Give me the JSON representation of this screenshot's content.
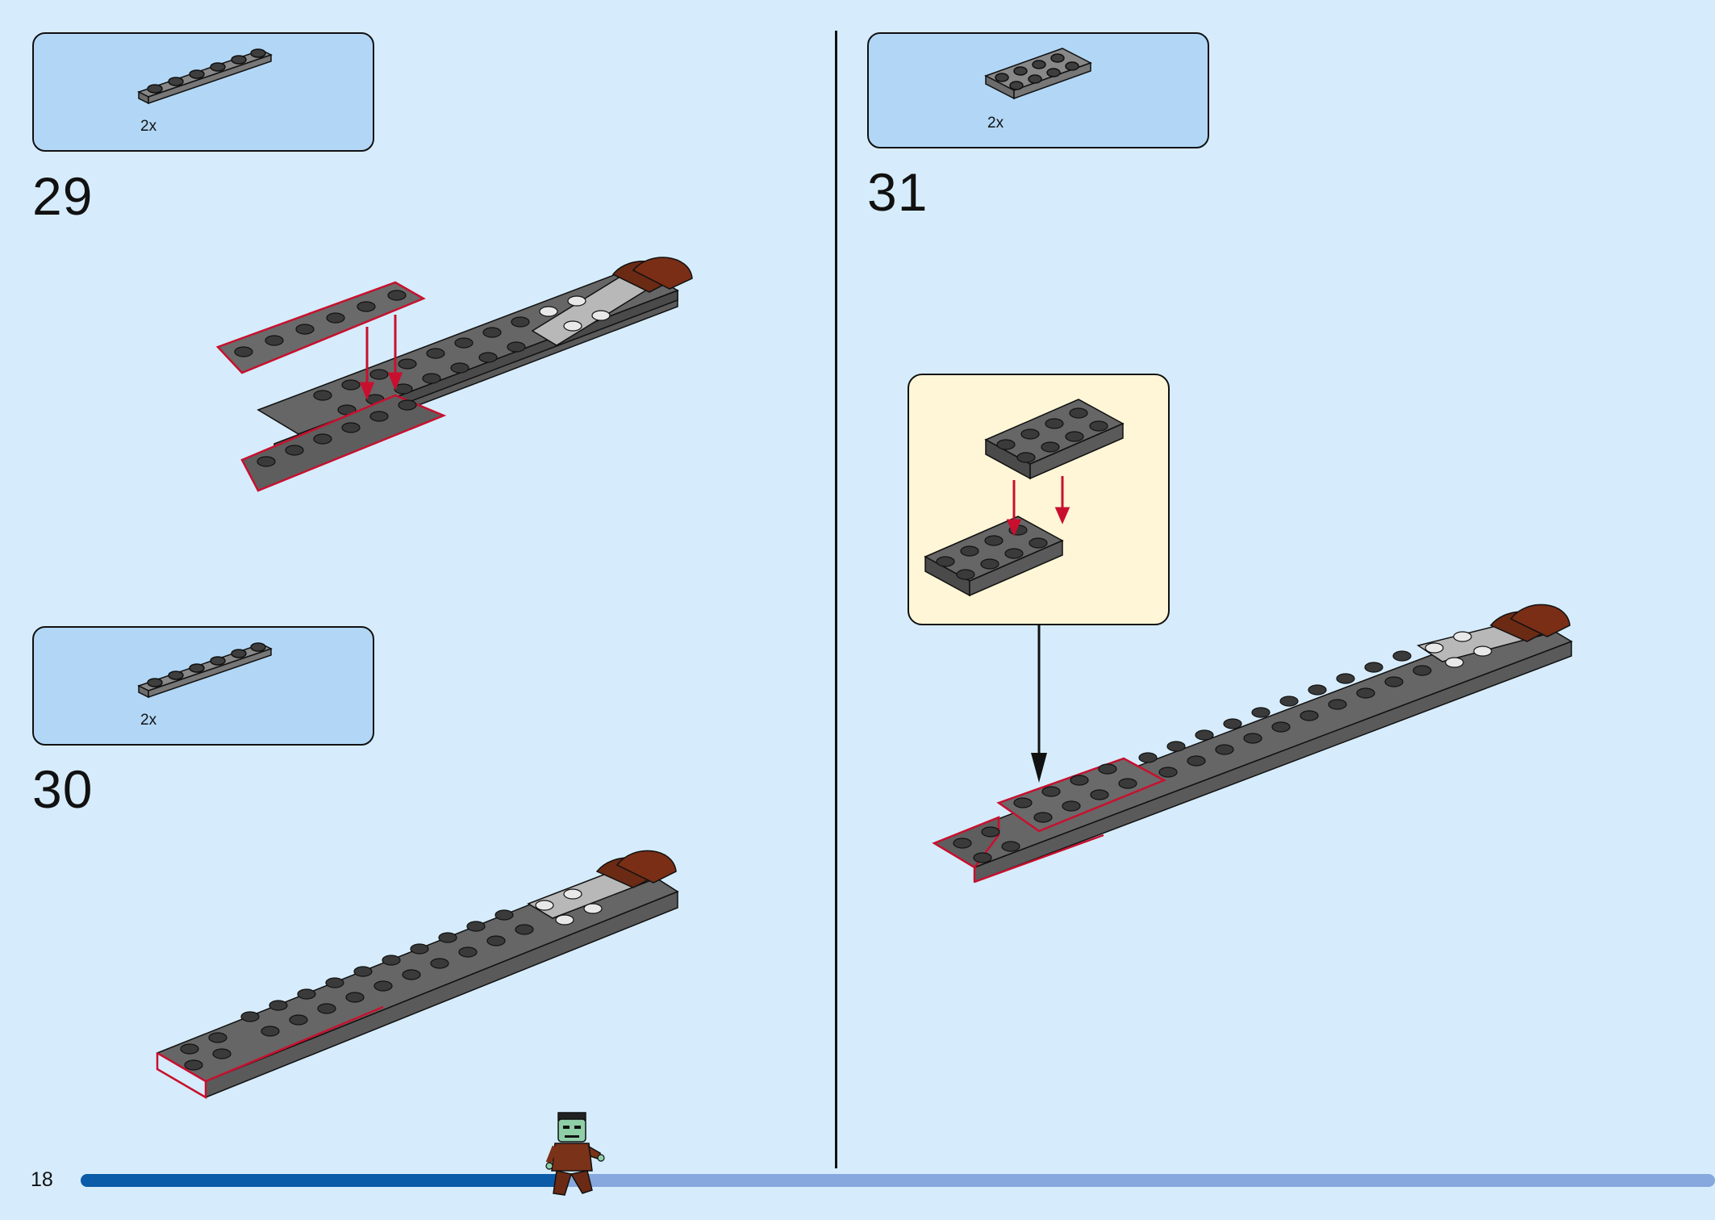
{
  "page": {
    "number": "18",
    "progress_fraction": 0.295
  },
  "steps": [
    {
      "number": "29",
      "parts": [
        {
          "quantity": "2x",
          "part": "gray-1x6-plate-icon"
        }
      ]
    },
    {
      "number": "30",
      "parts": [
        {
          "quantity": "2x",
          "part": "gray-1x6-plate-icon"
        }
      ]
    },
    {
      "number": "31",
      "parts": [
        {
          "quantity": "2x",
          "part": "gray-2x4-plate-icon"
        }
      ]
    }
  ],
  "colors": {
    "background": "#d6ecfc",
    "parts_box": "#b2d7f6",
    "callout": "#fef6d6",
    "highlight": "#c8102e",
    "progress_fill": "#0a5ca8",
    "progress_track": "#86a8de",
    "brick_dark_gray": "#5a5a5a",
    "brick_light_gray": "#a8a8a8",
    "brick_brown": "#6b2a14"
  }
}
